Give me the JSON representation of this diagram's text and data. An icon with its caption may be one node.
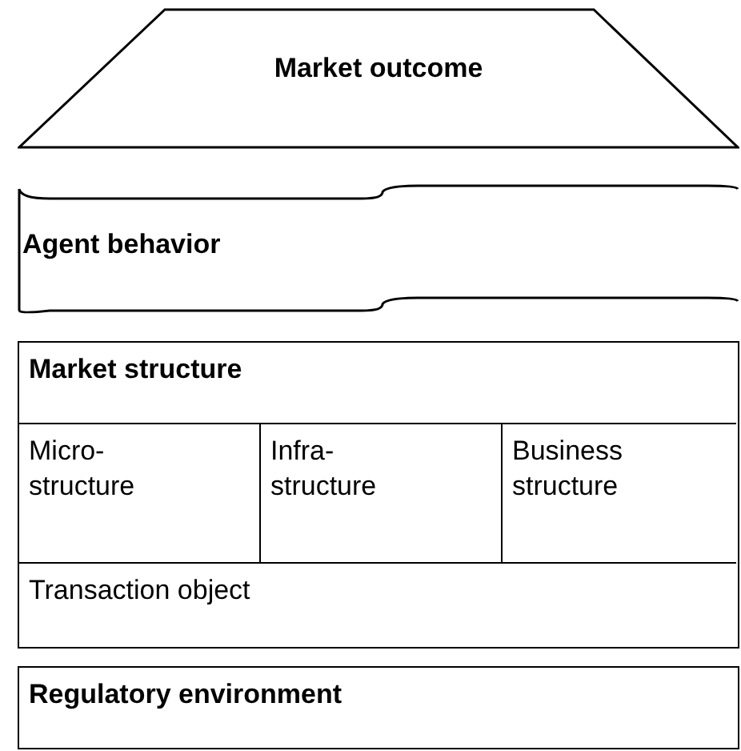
{
  "diagram": {
    "nodes": [
      {
        "text": [
          "Market outcome"
        ]
      },
      {
        "text": [
          "Agent behavior"
        ]
      },
      {
        "text": [
          "Market structure"
        ]
      },
      {
        "text": [
          "Micro- structure"
        ],
        "in": 2
      },
      {
        "text": [
          "Infra- structure"
        ],
        "in": 2
      },
      {
        "text": [
          "Business structure"
        ],
        "in": 2
      },
      {
        "text": [
          "Transaction object"
        ],
        "in": 2
      },
      {
        "text": [
          "Regulatory environment"
        ]
      }
    ]
  }
}
